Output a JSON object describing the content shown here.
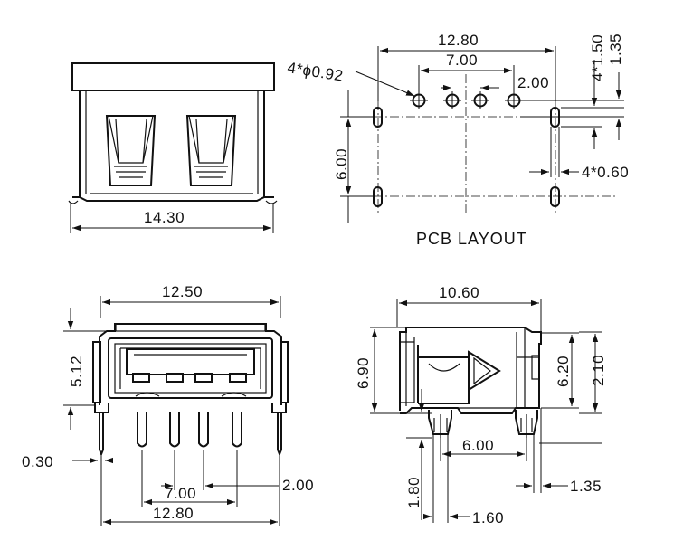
{
  "top_view": {
    "width_label": "14.30"
  },
  "pcb_layout": {
    "title": "PCB LAYOUT",
    "hole_label": "4*ϕ0.92",
    "pitch_outer": "12.80",
    "pitch_inner": "7.00",
    "pitch_small": "2.00",
    "row_spacing": "6.00",
    "slot_length": "4*1.50",
    "offset": "1.35",
    "slot_width": "4*0.60"
  },
  "front_view": {
    "width": "12.50",
    "height": "5.12",
    "pin_thickness": "0.30",
    "pitch_inner": "7.00",
    "pitch_small": "2.00",
    "pitch_outer": "12.80"
  },
  "side_view": {
    "length": "10.60",
    "height": "6.90",
    "body_height": "6.20",
    "height_right": "2.10",
    "pin_spacing": "6.00",
    "pin_length": "1.80",
    "pin_width": "1.60",
    "pin_offset": "1.35"
  }
}
